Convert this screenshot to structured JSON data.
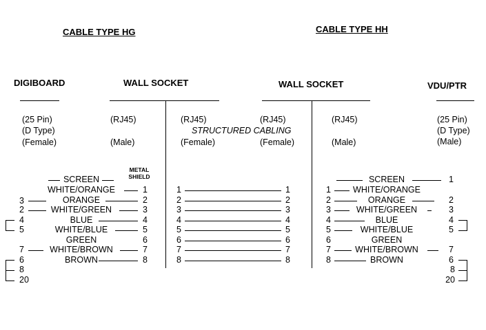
{
  "titles": {
    "left": "CABLE TYPE HG",
    "right": "CABLE TYPE HH"
  },
  "columns": {
    "digiboard": {
      "title": "DIGIBOARD",
      "lines": [
        "(25 Pin)",
        "(D Type)",
        "(Female)"
      ]
    },
    "wall1": {
      "title": "WALL SOCKET",
      "lines": [
        "(RJ45)",
        "",
        "(Male)"
      ]
    },
    "struct_a": {
      "lines": [
        "(RJ45)",
        "(Female)"
      ]
    },
    "struct_b": {
      "lines": [
        "(RJ45)",
        "(Female)"
      ]
    },
    "structured": "STRUCTURED CABLING",
    "wall2": {
      "title": "WALL SOCKET",
      "lines": [
        "(RJ45)",
        "",
        "(Male)"
      ]
    },
    "vdu": {
      "title": "VDU/PTR",
      "lines": [
        "(25 Pin)",
        "(D Type)",
        "(Male)"
      ]
    }
  },
  "metal_shield": [
    "METAL",
    "SHIELD"
  ],
  "hg_rows": [
    {
      "left": "",
      "name": "SCREEN",
      "right": ""
    },
    {
      "left": "",
      "name": "WHITE/ORANGE",
      "right": "1"
    },
    {
      "left": "3",
      "name": "ORANGE",
      "right": "2"
    },
    {
      "left": "2",
      "name": "WHITE/GREEN",
      "right": "3"
    },
    {
      "left": "4",
      "name": "BLUE",
      "right": "4"
    },
    {
      "left": "5",
      "name": "WHITE/BLUE",
      "right": "5"
    },
    {
      "left": "",
      "name": "GREEN",
      "right": "6"
    },
    {
      "left": "7",
      "name": "WHITE/BROWN",
      "right": "7"
    },
    {
      "left": "6",
      "name": "BROWN",
      "right": "8"
    }
  ],
  "hg_extra": [
    "8",
    "20"
  ],
  "struct_pins": [
    "1",
    "2",
    "3",
    "4",
    "5",
    "6",
    "7",
    "8"
  ],
  "hh_rows": [
    {
      "left": "",
      "name": "SCREEN",
      "right": "1"
    },
    {
      "left": "1",
      "name": "WHITE/ORANGE",
      "right": ""
    },
    {
      "left": "2",
      "name": "ORANGE",
      "right": "2"
    },
    {
      "left": "3",
      "name": "WHITE/GREEN",
      "right": "3"
    },
    {
      "left": "4",
      "name": "BLUE",
      "right": "4"
    },
    {
      "left": "5",
      "name": "WHITE/BLUE",
      "right": "5"
    },
    {
      "left": "6",
      "name": "GREEN",
      "right": ""
    },
    {
      "left": "7",
      "name": "WHITE/BROWN",
      "right": "7"
    },
    {
      "left": "8",
      "name": "BROWN",
      "right": "6"
    }
  ],
  "hh_extra": [
    "8",
    "20"
  ]
}
